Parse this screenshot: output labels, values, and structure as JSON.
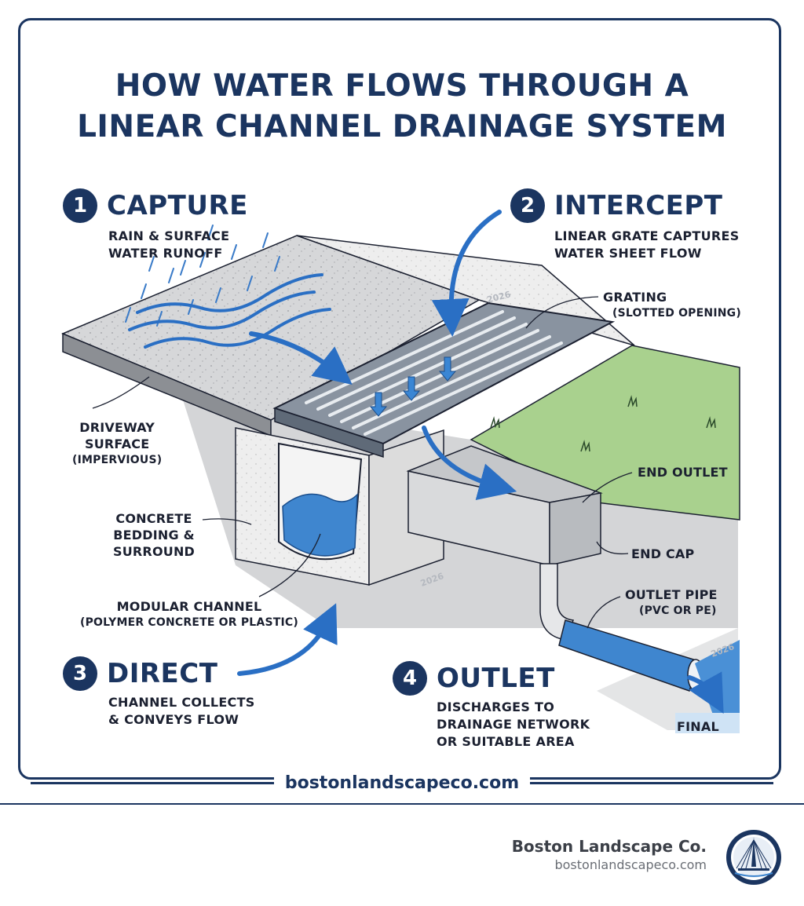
{
  "title": {
    "line1": "HOW WATER FLOWS THROUGH A",
    "line2": "LINEAR CHANNEL DRAINAGE SYSTEM"
  },
  "steps": [
    {
      "number": "1",
      "name": "CAPTURE",
      "desc_line1": "RAIN & SURFACE",
      "desc_line2": "WATER RUNOFF"
    },
    {
      "number": "2",
      "name": "INTERCEPT",
      "desc_line1": "LINEAR GRATE CAPTURES",
      "desc_line2": "WATER SHEET FLOW"
    },
    {
      "number": "3",
      "name": "DIRECT",
      "desc_line1": "CHANNEL COLLECTS",
      "desc_line2": "& CONVEYS FLOW"
    },
    {
      "number": "4",
      "name": "OUTLET",
      "desc_line1": "DISCHARGES TO",
      "desc_line2": "DRAINAGE NETWORK",
      "desc_line3": "OR SUITABLE AREA"
    }
  ],
  "labels": {
    "grating": "GRATING",
    "grating_sub": "(SLOTTED OPENING)",
    "driveway_l1": "DRIVEWAY",
    "driveway_l2": "SURFACE",
    "driveway_sub": "(IMPERVIOUS)",
    "concrete_l1": "CONCRETE",
    "concrete_l2": "BEDDING &",
    "concrete_l3": "SURROUND",
    "channel": "MODULAR CHANNEL",
    "channel_sub": "(POLYMER CONCRETE OR PLASTIC)",
    "end_outlet": "END OUTLET",
    "end_cap": "END CAP",
    "outlet_pipe": "OUTLET PIPE",
    "outlet_pipe_sub": "(PVC OR PE)",
    "final": "FINAL"
  },
  "watermarks": {
    "w1": "2026",
    "w2": "2026",
    "w3": "2026"
  },
  "site_url": "bostonlandscapeco.com",
  "brand": {
    "name": "Boston Landscape Co.",
    "url": "bostonlandscapeco.com"
  },
  "colors": {
    "navy": "#1b3560",
    "water": "#3f86cf",
    "grass": "#a8d08d",
    "concrete": "#d3d4d6",
    "grate": "#8993a0"
  },
  "icons": [
    "rain-icon",
    "flow-arrow-icon",
    "bridge-logo-icon"
  ]
}
